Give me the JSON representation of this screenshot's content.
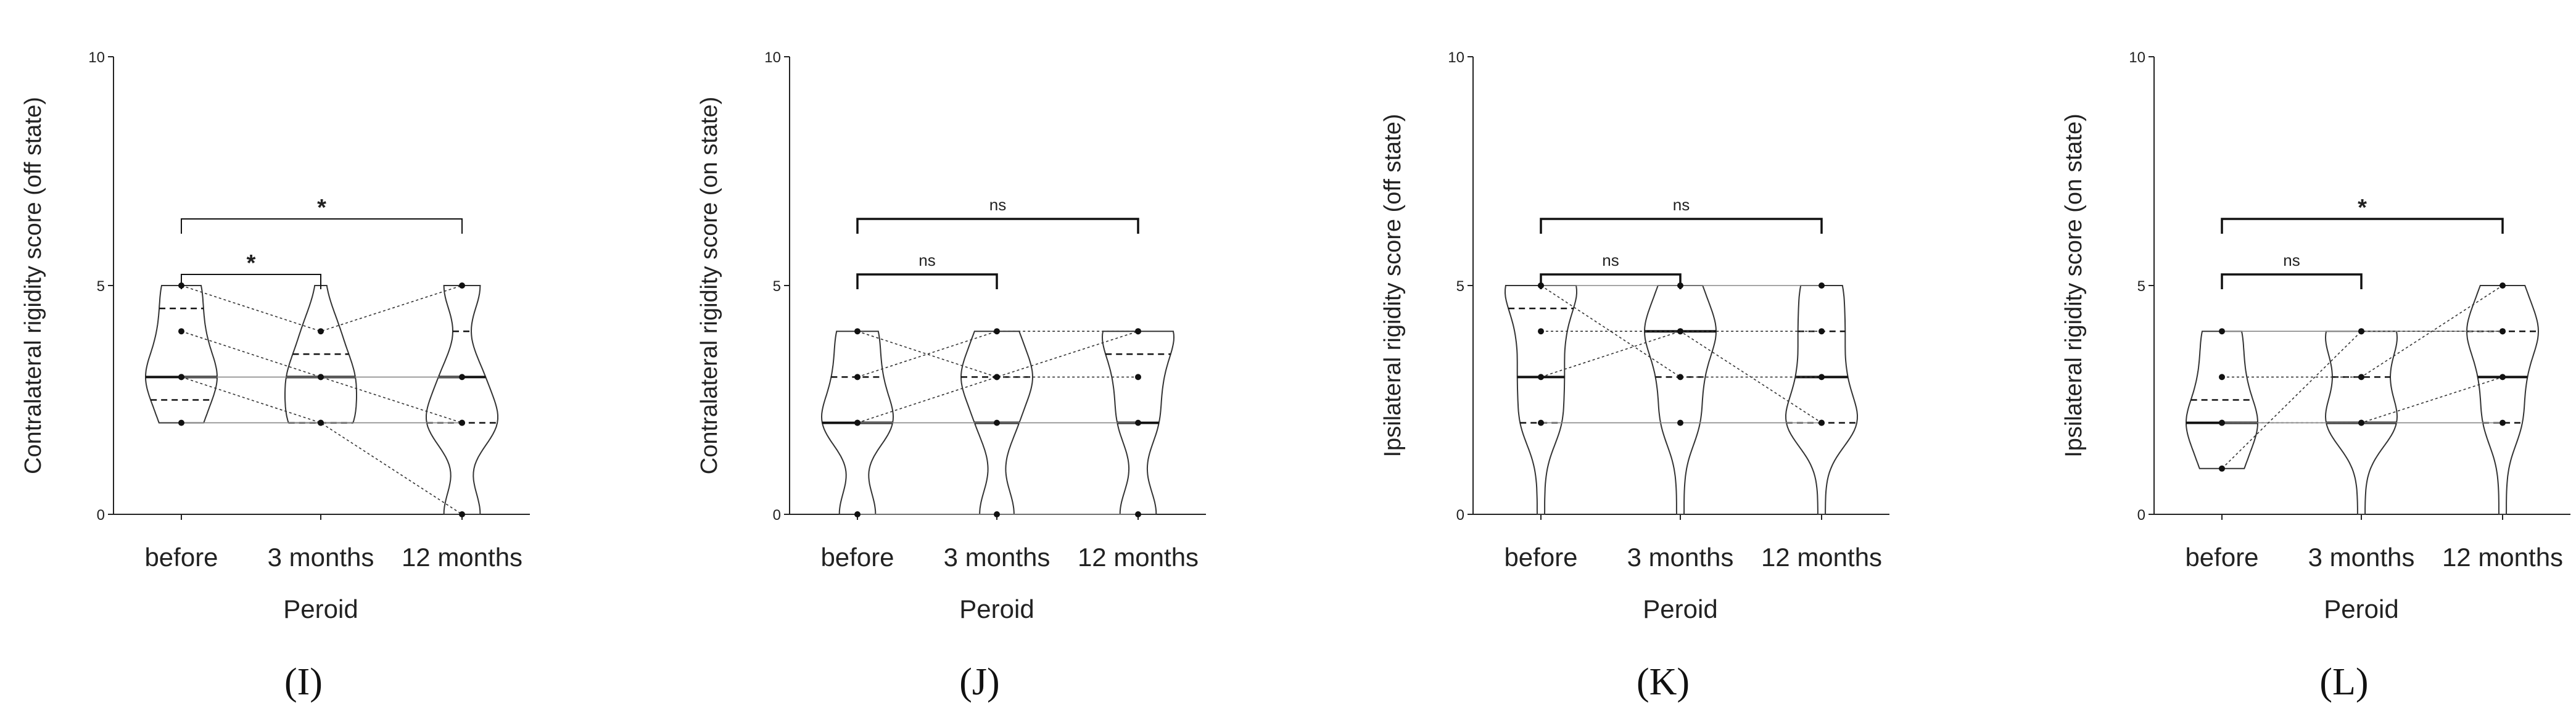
{
  "chart_data": [
    {
      "type": "violin",
      "panel_label": "(I)",
      "ylabel": "Contralateral rigidity score (off state)",
      "xlabel": "Peroid",
      "categories": [
        "before",
        "3 months",
        "12 months"
      ],
      "ylim": [
        0,
        10
      ],
      "yticks": [
        "0",
        "5",
        "10"
      ],
      "medians": [
        3,
        3,
        3
      ],
      "quartiles": [
        [
          2.5,
          4.5
        ],
        [
          2,
          3.5
        ],
        [
          2,
          4
        ]
      ],
      "data_range": [
        [
          2,
          5
        ],
        [
          2,
          5
        ],
        [
          0,
          5
        ]
      ],
      "subjects": [
        [
          5,
          4,
          5
        ],
        [
          4,
          3,
          2
        ],
        [
          3,
          3,
          3
        ],
        [
          2,
          2,
          2
        ],
        [
          3,
          2,
          0
        ]
      ],
      "comparisons": [
        {
          "from": "before",
          "to": "3 months",
          "label": "*"
        },
        {
          "from": "before",
          "to": "12 months",
          "label": "*"
        }
      ]
    },
    {
      "type": "violin",
      "panel_label": "(J)",
      "ylabel": "Contralateral rigidity score (on state)",
      "xlabel": "Peroid",
      "categories": [
        "before",
        "3 months",
        "12 months"
      ],
      "ylim": [
        0,
        10
      ],
      "yticks": [
        "0",
        "5",
        "10"
      ],
      "medians": [
        2,
        2,
        2
      ],
      "quartiles": [
        [
          2,
          3
        ],
        [
          2,
          3
        ],
        [
          2,
          3.5
        ]
      ],
      "data_range": [
        [
          0,
          4
        ],
        [
          0,
          4
        ],
        [
          0,
          4
        ]
      ],
      "subjects": [
        [
          4,
          3,
          4
        ],
        [
          3,
          4,
          4
        ],
        [
          2,
          2,
          2
        ],
        [
          2,
          3,
          3
        ],
        [
          0,
          0,
          0
        ]
      ],
      "comparisons": [
        {
          "from": "before",
          "to": "3 months",
          "label": "ns"
        },
        {
          "from": "before",
          "to": "12 months",
          "label": "ns"
        }
      ]
    },
    {
      "type": "violin",
      "panel_label": "(K)",
      "ylabel": "Ipsilateral rigidity score (off state)",
      "xlabel": "Peroid",
      "categories": [
        "before",
        "3 months",
        "12 months"
      ],
      "ylim": [
        0,
        10
      ],
      "yticks": [
        "0",
        "5",
        "10"
      ],
      "medians": [
        3,
        4,
        3
      ],
      "quartiles": [
        [
          2,
          4.5
        ],
        [
          3,
          4
        ],
        [
          2,
          4
        ]
      ],
      "data_range": [
        [
          0,
          5
        ],
        [
          0,
          5
        ],
        [
          0,
          5
        ]
      ],
      "subjects": [
        [
          5,
          5,
          5
        ],
        [
          4,
          4,
          2
        ],
        [
          3,
          4,
          4
        ],
        [
          2,
          2,
          2
        ],
        [
          5,
          3,
          3
        ]
      ],
      "comparisons": [
        {
          "from": "before",
          "to": "3 months",
          "label": "ns"
        },
        {
          "from": "before",
          "to": "12 months",
          "label": "ns"
        }
      ]
    },
    {
      "type": "violin",
      "panel_label": "(L)",
      "ylabel": "Ipsilateral rigidity score (on state)",
      "xlabel": "Peroid",
      "categories": [
        "before",
        "3 months",
        "12 months"
      ],
      "ylim": [
        0,
        10
      ],
      "yticks": [
        "0",
        "5",
        "10"
      ],
      "medians": [
        2,
        2,
        3
      ],
      "quartiles": [
        [
          2,
          2.5
        ],
        [
          2,
          3
        ],
        [
          2,
          4
        ]
      ],
      "data_range": [
        [
          1,
          4
        ],
        [
          0,
          4
        ],
        [
          0,
          5
        ]
      ],
      "subjects": [
        [
          4,
          4,
          4
        ],
        [
          3,
          3,
          5
        ],
        [
          2,
          2,
          3
        ],
        [
          2,
          2,
          2
        ],
        [
          1,
          4,
          4
        ]
      ],
      "comparisons": [
        {
          "from": "before",
          "to": "3 months",
          "label": "ns"
        },
        {
          "from": "before",
          "to": "12 months",
          "label": "*"
        }
      ]
    }
  ]
}
